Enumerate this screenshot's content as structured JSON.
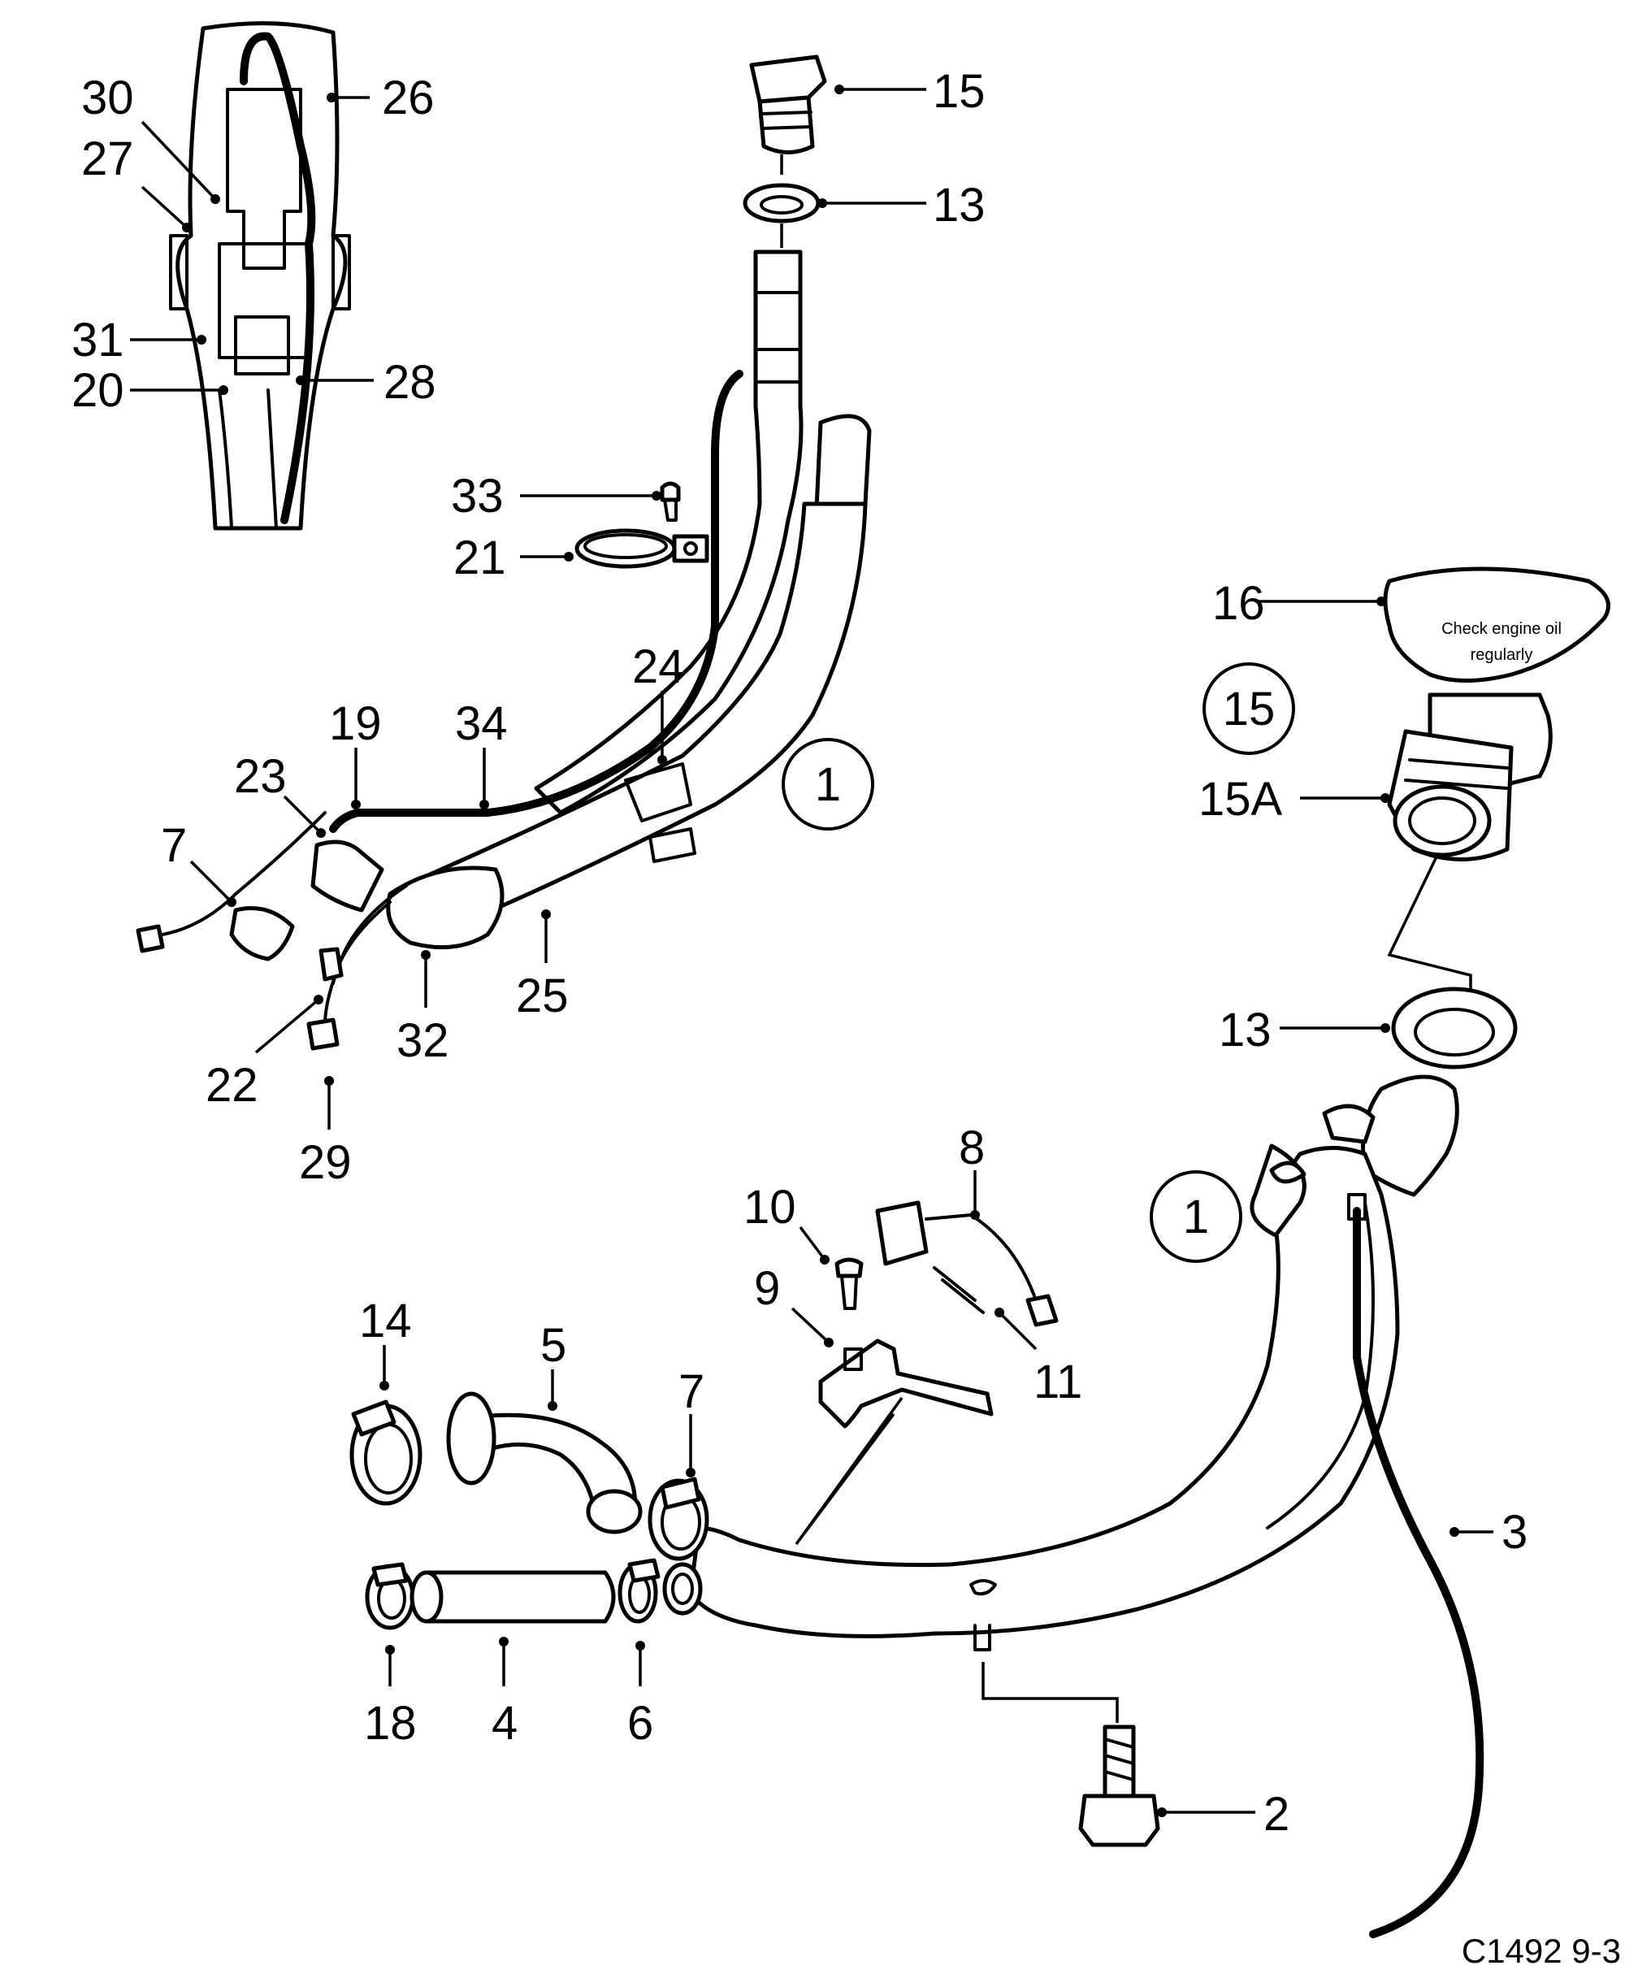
{
  "callouts": {
    "c2": "2",
    "c3": "3",
    "c4": "4",
    "c5": "5",
    "c6": "6",
    "c7a": "7",
    "c7b": "7",
    "c8": "8",
    "c9": "9",
    "c10": "10",
    "c11": "11",
    "c13a": "13",
    "c13b": "13",
    "c14": "14",
    "c15a": "15",
    "c15A": "15A",
    "c16": "16",
    "c18": "18",
    "c19": "19",
    "c20": "20",
    "c21": "21",
    "c22": "22",
    "c23": "23",
    "c24": "24",
    "c25": "25",
    "c26": "26",
    "c27": "27",
    "c28": "28",
    "c29": "29",
    "c30": "30",
    "c31": "31",
    "c32": "32",
    "c33": "33",
    "c34": "34"
  },
  "circled_refs": {
    "ref1_top": "1",
    "ref1_bottom": "1",
    "ref15": "15"
  },
  "label_16": {
    "line1": "Check engine oil",
    "line2": "regularly"
  },
  "figure_code": "C1492 9-3"
}
